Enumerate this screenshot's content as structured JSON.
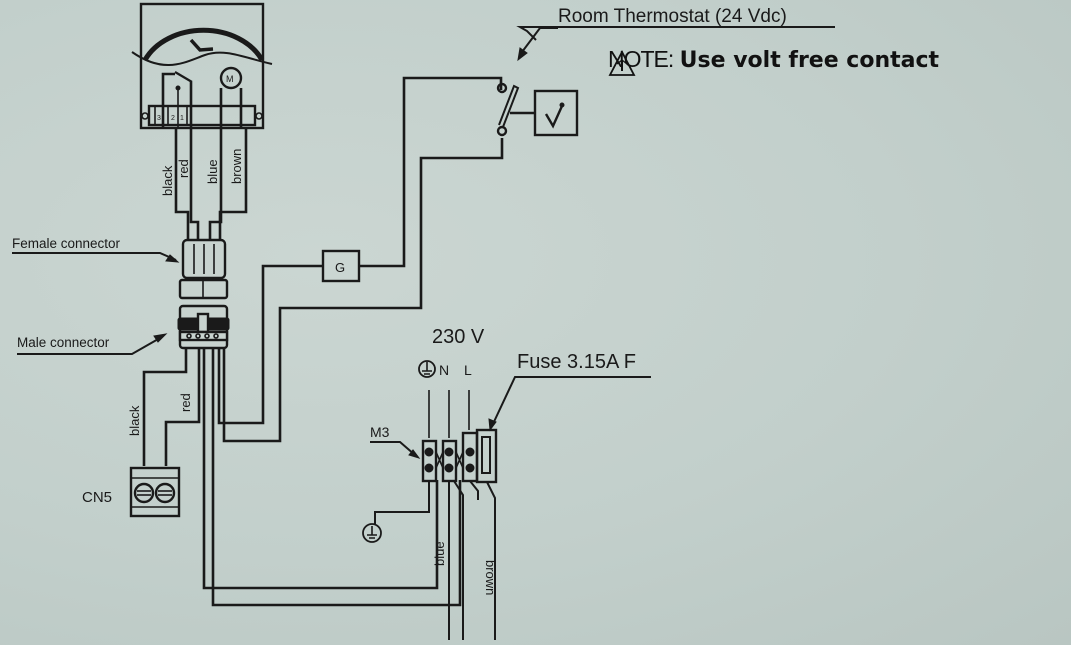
{
  "diagram": {
    "title": "Room Thermostat (24 Vdc)",
    "note": {
      "icon": "warning-triangle-icon",
      "label": "NOTE:",
      "text": "Use volt free contact"
    },
    "components": {
      "actuator_terminals": [
        "3",
        "2",
        "1"
      ],
      "female_connector": "Female connector",
      "male_connector": "Male connector",
      "cn5": "CN5",
      "g_box": "G",
      "mains_voltage": "230 V",
      "mains_terminals": [
        "N",
        "L"
      ],
      "m3": "M3",
      "fuse": "Fuse 3.15A F"
    },
    "wire_labels": {
      "actuator": [
        "black",
        "red",
        "blue",
        "brown"
      ],
      "lower_left": [
        "black",
        "red"
      ],
      "mains": [
        "blue",
        "brown"
      ]
    },
    "colors": {
      "paper": "#c4d0cc",
      "ink": "#1a1a1a"
    }
  }
}
